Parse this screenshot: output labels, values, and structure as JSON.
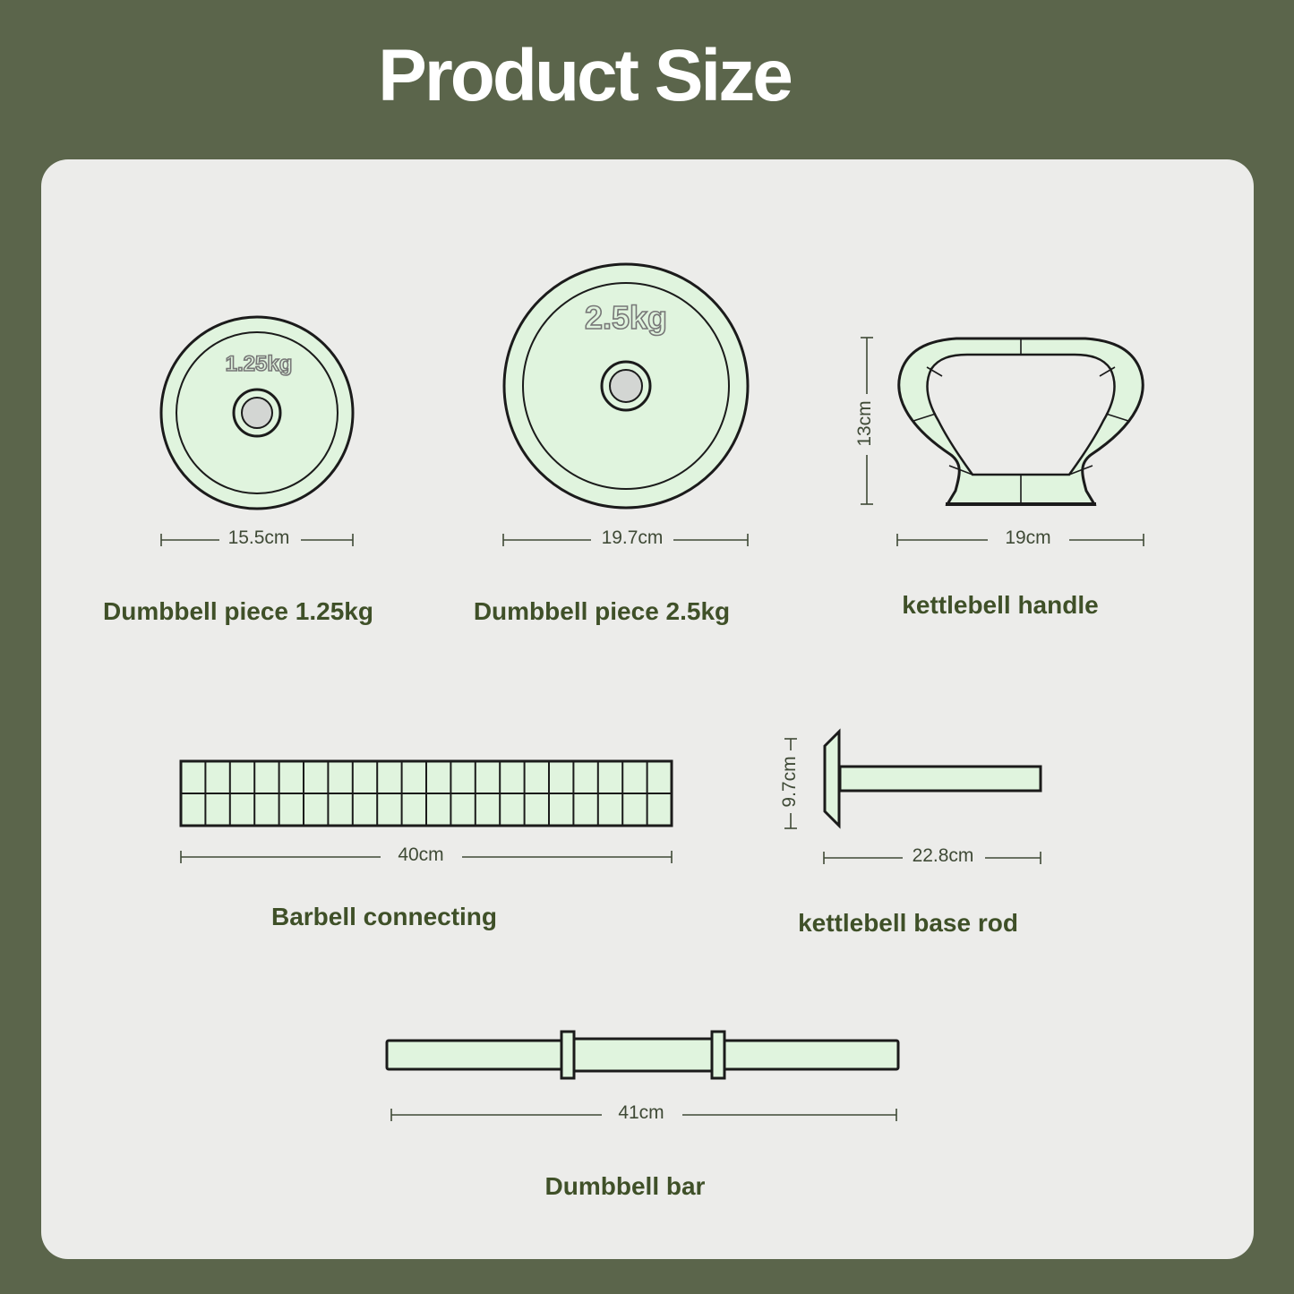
{
  "title": "Product Size",
  "colors": {
    "background": "#5b654b",
    "panel": "#ececea",
    "part_fill": "#e0f4de",
    "outline": "#1b1b1b",
    "caption": "#3f5028"
  },
  "items": {
    "plate_small": {
      "emboss": "1.25kg",
      "width": "15.5cm",
      "caption": "Dumbbell piece 1.25kg"
    },
    "plate_large": {
      "emboss": "2.5kg",
      "width": "19.7cm",
      "caption": "Dumbbell piece 2.5kg"
    },
    "kettlebell_handle": {
      "height": "13cm",
      "width": "19cm",
      "caption": "kettlebell handle"
    },
    "barbell_connecting": {
      "width": "40cm",
      "caption": "Barbell connecting"
    },
    "kettlebell_base_rod": {
      "height": "9.7cm",
      "width": "22.8cm",
      "caption": "kettlebell base rod"
    },
    "dumbbell_bar": {
      "width": "41cm",
      "caption": "Dumbbell bar"
    }
  }
}
